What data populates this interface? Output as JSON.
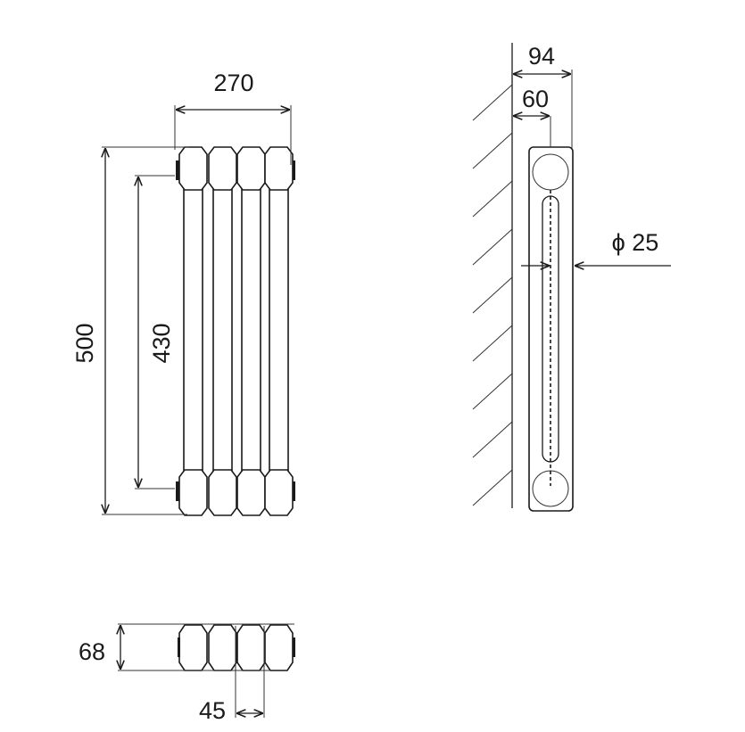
{
  "front_view": {
    "width_label": "270",
    "height_label": "500",
    "center_distance_label": "430"
  },
  "side_view": {
    "depth_label": "94",
    "wall_to_center_label": "60",
    "pipe_label": "ϕ 25"
  },
  "bottom_view": {
    "depth_label": "68",
    "column_pitch_label": "45"
  },
  "colors": {
    "line": "#1a1a1a",
    "background": "#ffffff"
  }
}
